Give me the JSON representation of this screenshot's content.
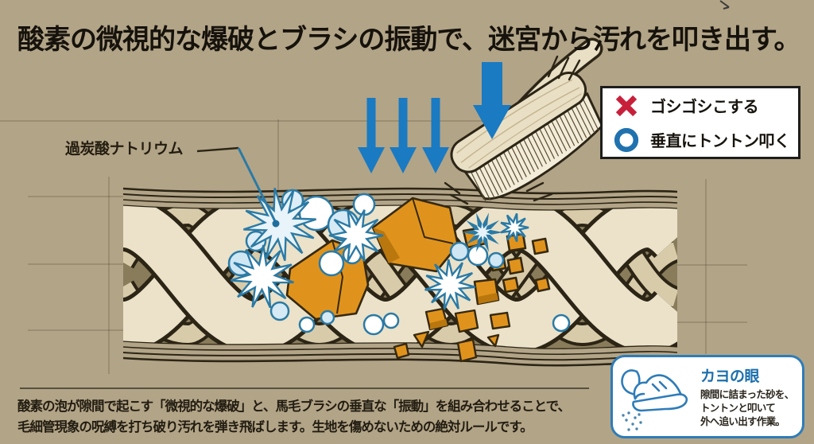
{
  "title": "酸素の微視的な爆破とブラシの振動で、迷宮から汚れを叩き出す。",
  "fiber_label": "過炭酸ナトリウム",
  "legend": {
    "bad_label": "ゴシゴシこする",
    "good_label": "垂直にトントン叩く"
  },
  "kayo_box": {
    "title": "カヨの眼",
    "line1": "隙間に詰まった砂を、",
    "line2": "トントンと叩いて",
    "line3": "外へ追い出す作業。"
  },
  "caption": {
    "line1": "酸素の泡が隙間で起こす「微視的な爆破」と、馬毛ブラシの垂直な「振動」を組み合わせることで、",
    "line2": "毛細管現象の呪縛を打ち破り汚れを弾き飛ばします。生地を傷めないための絶対ルールです。"
  },
  "icons": {
    "cross": "cross-icon",
    "circle": "circle-icon",
    "shoe": "shoe-icon"
  },
  "colors": {
    "background": "#b2a487",
    "band_olive": "#897c5b",
    "fiber_cream": "#ebe2c9",
    "outline_dark": "#2c2516",
    "dirt_orange": "#e0931c",
    "dirt_shadow": "#b9770e",
    "bubble_outline": "#2b7aa5",
    "bubble_fill": "#cfe6f3",
    "arrow_blue": "#1a7ac2",
    "cross_red": "#c8203a",
    "circle_blue": "#1f72ae",
    "kayo_blue": "#2e7cb8"
  }
}
